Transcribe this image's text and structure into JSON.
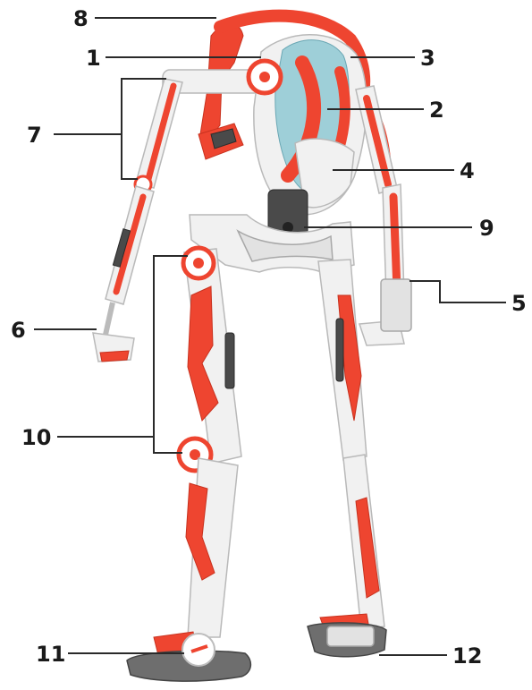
{
  "callouts": {
    "c1": "1",
    "c2": "2",
    "c3": "3",
    "c4": "4",
    "c5": "5",
    "c6": "6",
    "c7": "7",
    "c8": "8",
    "c9": "9",
    "c10": "10",
    "c11": "11",
    "c12": "12"
  },
  "colors": {
    "accent_red": "#ee4530",
    "frame_white": "#f1f1f1",
    "visor_blue": "#9ecfd8",
    "sole_gray": "#6e6e6e"
  }
}
